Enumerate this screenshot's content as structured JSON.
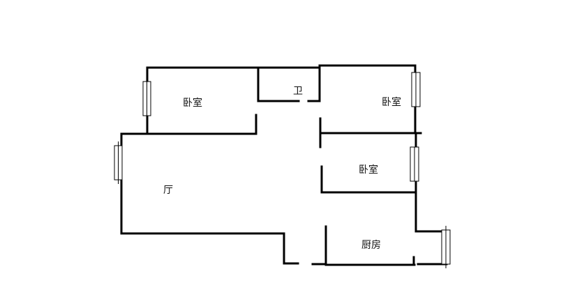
{
  "colors": {
    "wall": "#000000",
    "window_fill": "#ffffff",
    "background": "#ffffff"
  },
  "rooms": {
    "bedroom_left": "卧室",
    "bathroom": "卫",
    "bedroom_right_top": "卧室",
    "bedroom_right_middle": "卧室",
    "living_room": "厅",
    "kitchen": "厨房"
  }
}
